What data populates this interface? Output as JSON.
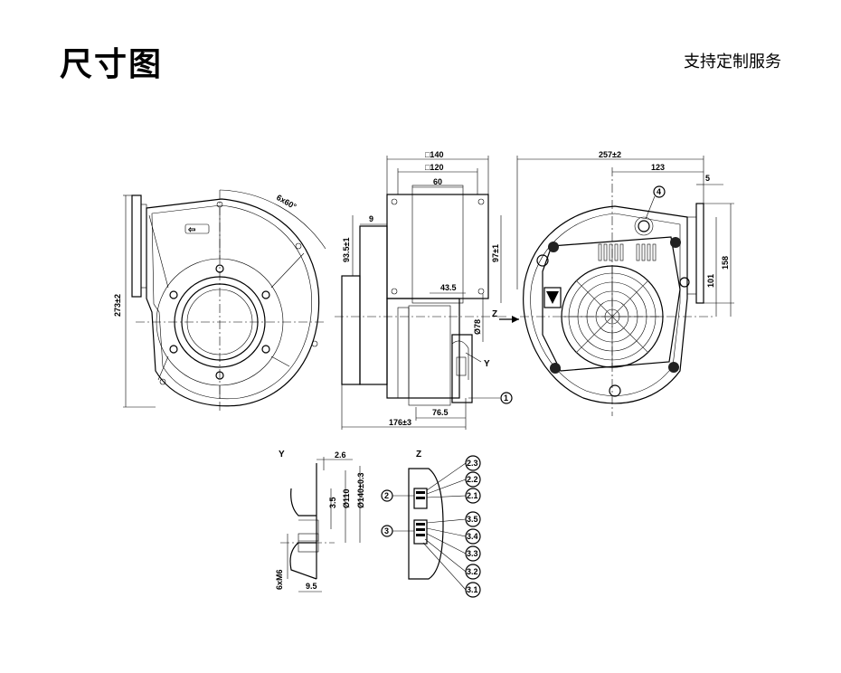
{
  "header": {
    "title": "尺寸图",
    "note": "支持定制服务"
  },
  "dims": {
    "angle": "6x60°",
    "height_273": "273±2",
    "sq140": "□140",
    "sq120": "□120",
    "d60": "60",
    "d9": "9",
    "d93_5": "93.5±1",
    "d97": "97±1",
    "d43_5": "43.5",
    "d78": "Ø78",
    "d76_5": "76.5",
    "d176": "176±3",
    "z_arrow": "Z",
    "y_callout": "Y",
    "callout_1": "1",
    "d257": "257±2",
    "d123": "123",
    "d5": "5",
    "d158": "158",
    "d101": "101",
    "callout_4": "4",
    "y_title": "Y",
    "d2_6": "2.6",
    "d3_5": "3.5",
    "d110": "Ø110",
    "d140": "Ø140±0.3",
    "d6xm6": "6xM6",
    "d9_5": "9.5",
    "z_title": "Z",
    "c2": "2",
    "c3": "3",
    "c23": "2.3",
    "c22": "2.2",
    "c21": "2.1",
    "c35": "3.5",
    "c34": "3.4",
    "c33": "3.3",
    "c32": "3.2",
    "c31": "3.1"
  }
}
